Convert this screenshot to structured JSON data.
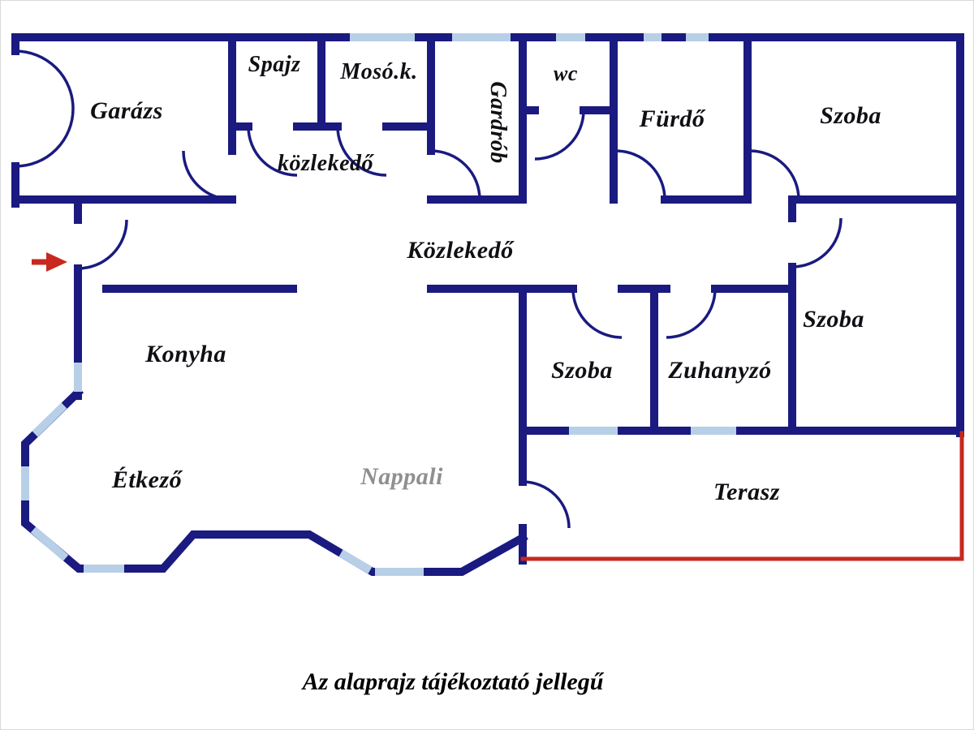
{
  "colors": {
    "wall": "#1a1a80",
    "window": "#b7d0e8",
    "terrace": "#c8281e",
    "arrow": "#c8281e",
    "label": "#0f0f14",
    "nappali_label": "#8f8f8f"
  },
  "rooms": {
    "garazs": {
      "label": "Garázs"
    },
    "spajz": {
      "label": "Spajz"
    },
    "mosok": {
      "label": "Mosó.k."
    },
    "gardrob": {
      "label": "Gardrób"
    },
    "wc": {
      "label": "wc"
    },
    "furdo": {
      "label": "Fürdő"
    },
    "szoba_felso": {
      "label": "Szoba"
    },
    "kozlekedo_kis": {
      "label": "közlekedő"
    },
    "kozlekedo_fo": {
      "label": "Közlekedő"
    },
    "szoba_jobb": {
      "label": "Szoba"
    },
    "konyha": {
      "label": "Konyha"
    },
    "szoba_kozep": {
      "label": "Szoba"
    },
    "zuhanyzo": {
      "label": "Zuhanyzó"
    },
    "etkezo": {
      "label": "Étkező"
    },
    "nappali": {
      "label": "Nappali"
    },
    "terasz": {
      "label": "Terasz"
    }
  },
  "caption": "Az alaprajz tájékoztató jellegű"
}
